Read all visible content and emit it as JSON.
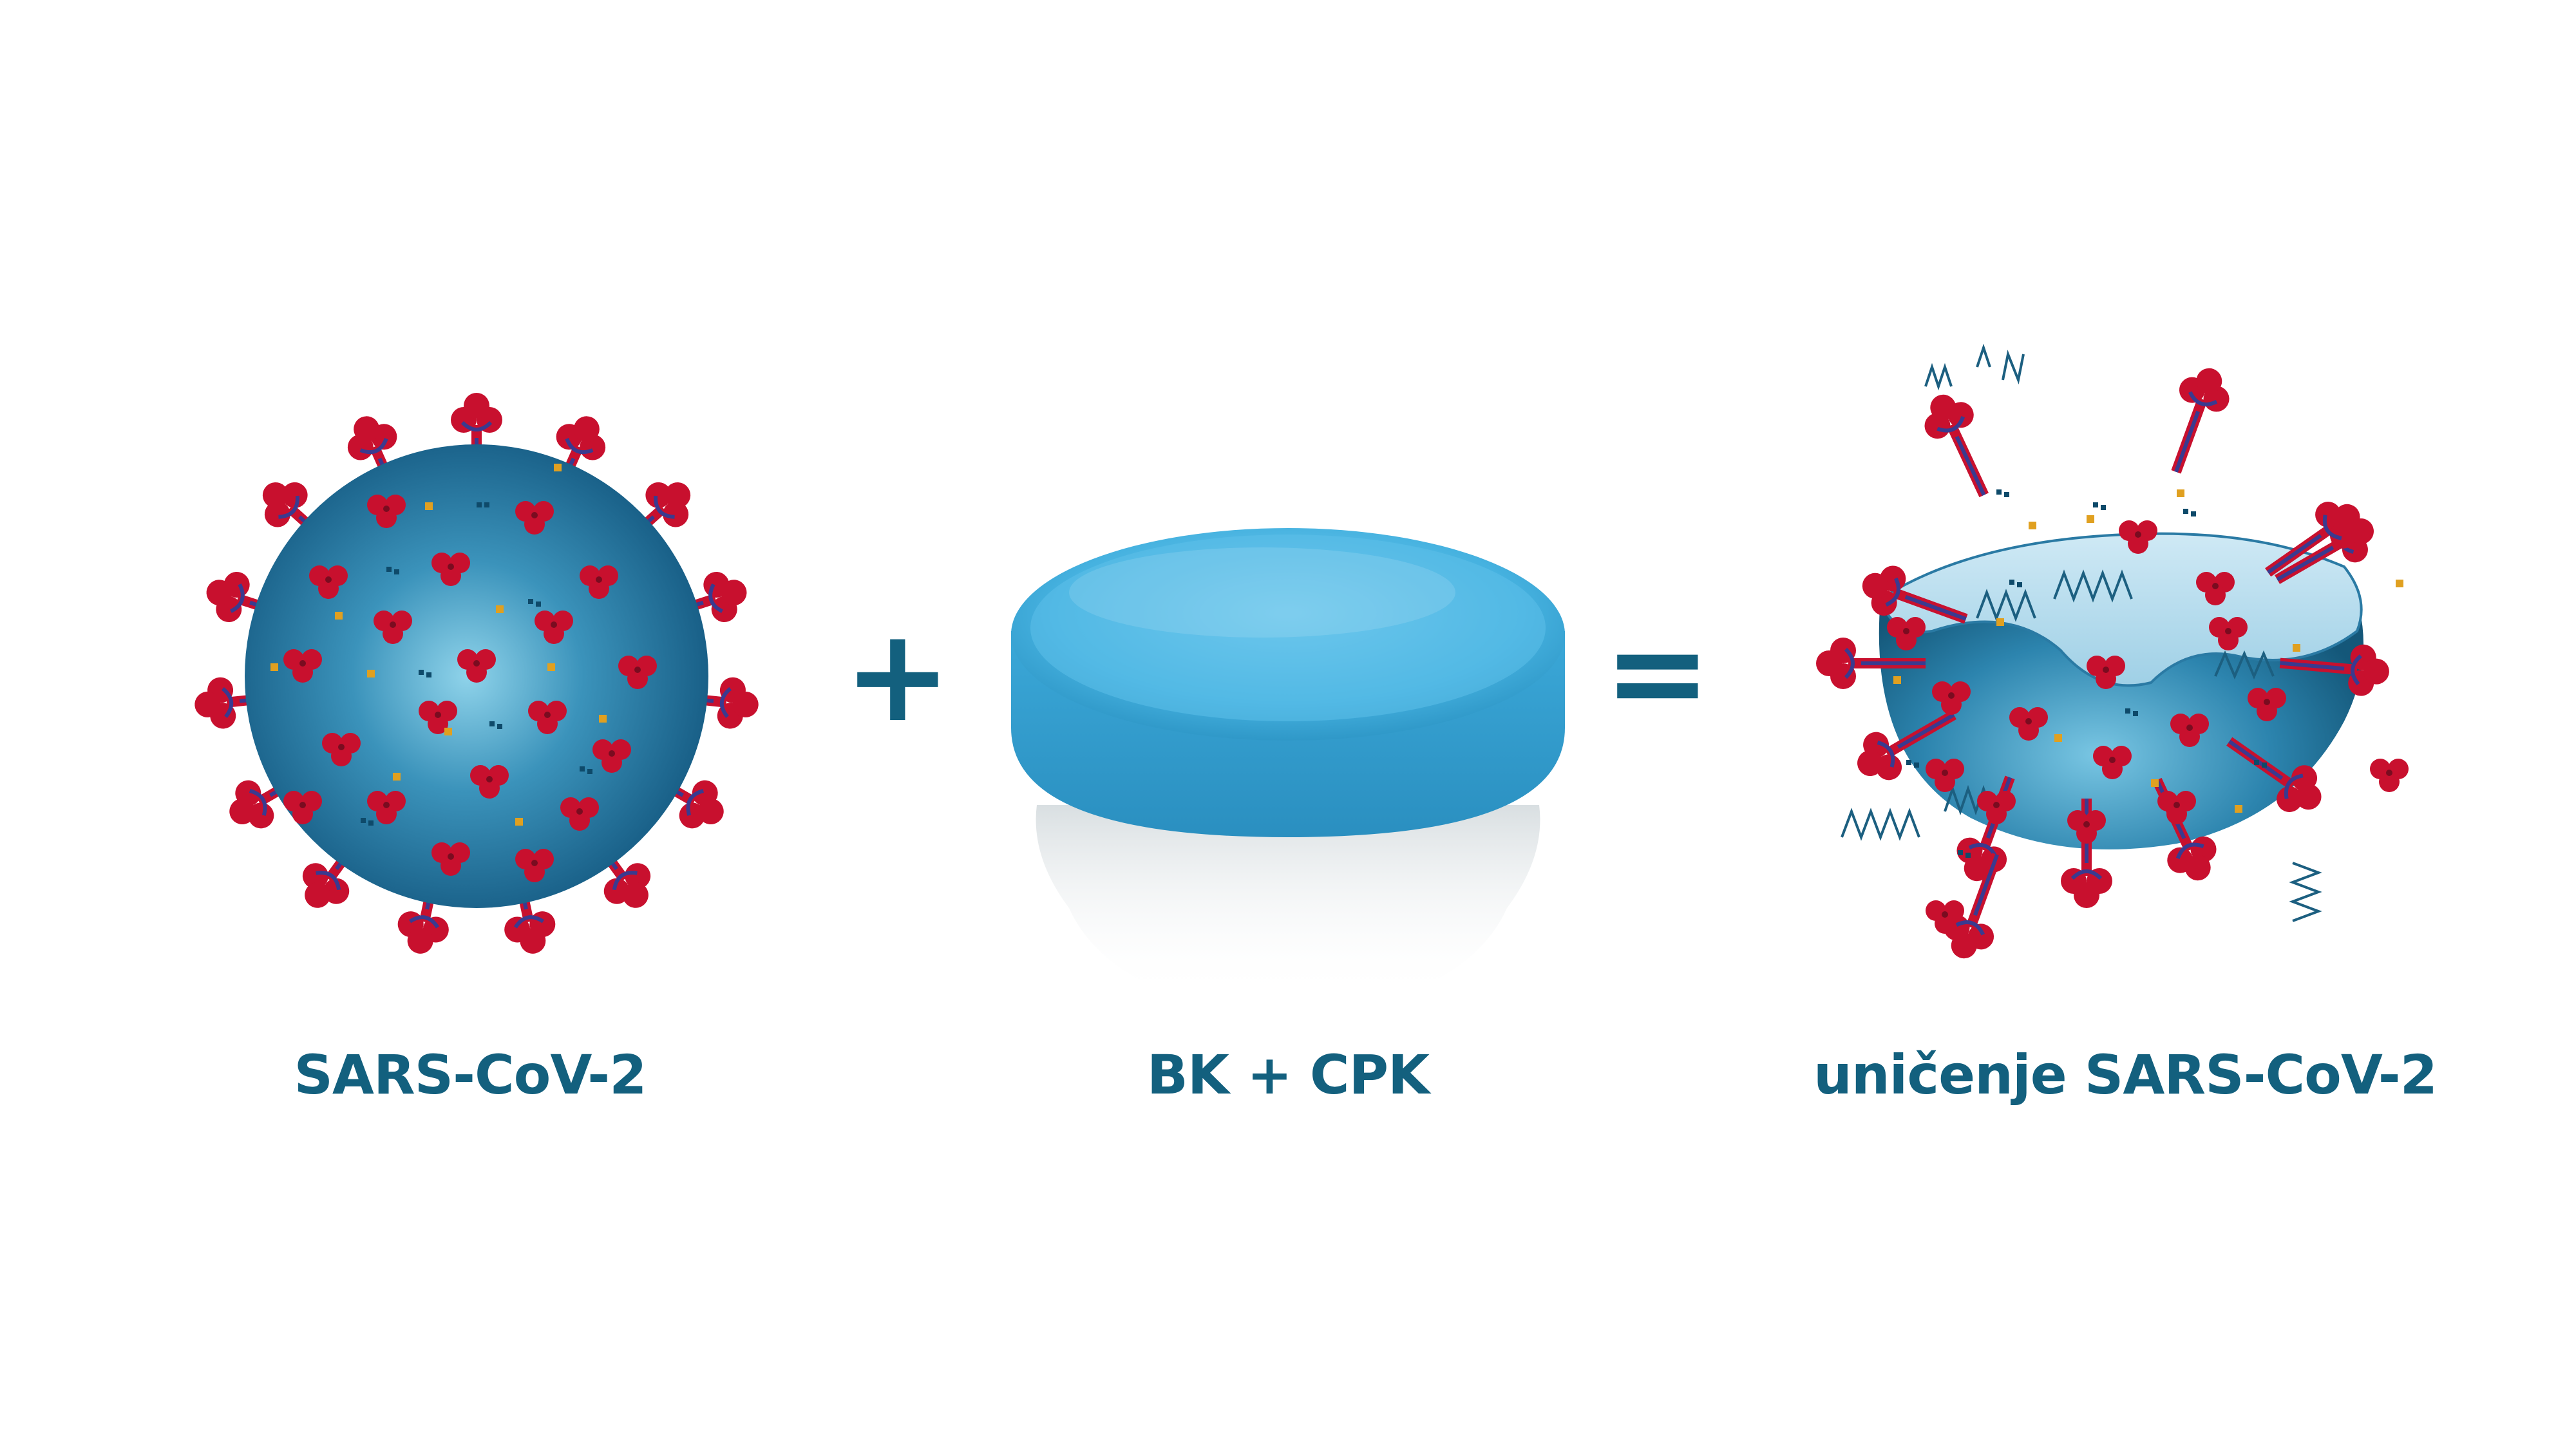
{
  "labels": {
    "virus": "SARS-CoV-2",
    "pill": "BK + CPK",
    "result": "uničenje SARS-CoV-2"
  },
  "operators": {
    "plus": "+",
    "equals": "="
  },
  "colors": {
    "text": "#13607e",
    "virus_core": "#1f6e95",
    "spike": "#c8102e",
    "spike_stem": "#3a3a8f",
    "dot_gold": "#e0a020",
    "pill": "#3aa8d8"
  }
}
